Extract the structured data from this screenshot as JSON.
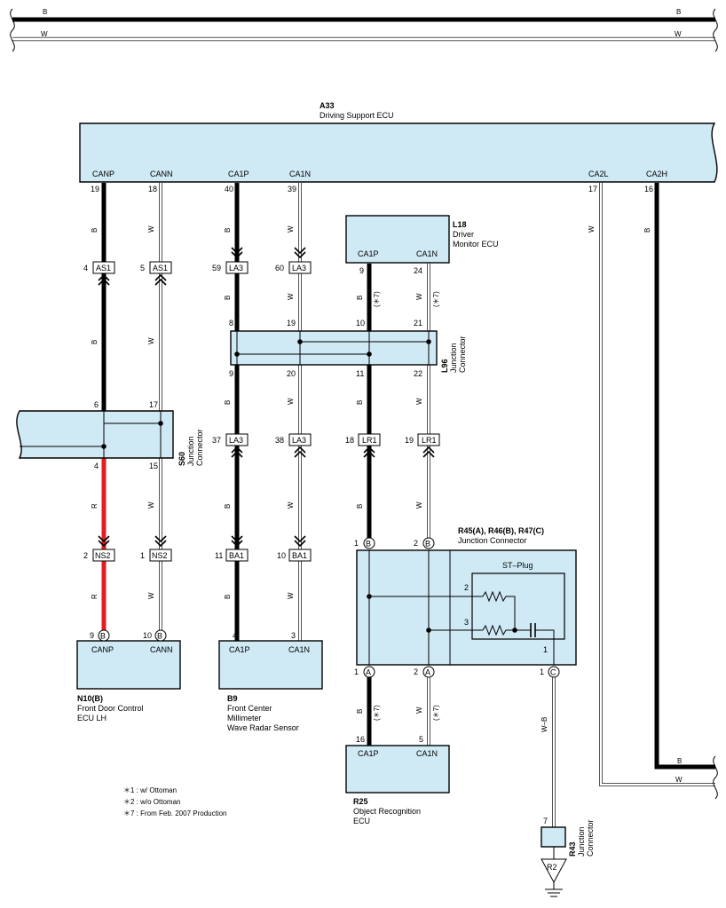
{
  "colors": {
    "component_fill": "#cfe9f5",
    "wire_black": "#000000",
    "wire_red": "#e02020",
    "wire_white_outline": "#555555"
  },
  "top_bus": {
    "left_b": "B",
    "right_b": "B",
    "left_w": "W",
    "right_w": "W"
  },
  "a33": {
    "id": "A33",
    "name": "Driving Support ECU",
    "terms": [
      "CANP",
      "CANN",
      "CA1P",
      "CA1N",
      "CA2L",
      "CA2H"
    ],
    "pins": [
      "19",
      "18",
      "40",
      "39",
      "17",
      "16"
    ]
  },
  "l18": {
    "id": "L18",
    "name1": "Driver",
    "name2": "Monitor ECU",
    "terms": [
      "CA1P",
      "CA1N"
    ],
    "pins": [
      "9",
      "24"
    ]
  },
  "l96": {
    "id": "L96",
    "name1": "Junction",
    "name2": "Connector",
    "pins_top": [
      "8",
      "19",
      "10",
      "21"
    ],
    "pins_bot": [
      "9",
      "20",
      "11",
      "22"
    ]
  },
  "s60": {
    "id": "S60",
    "name1": "Junction",
    "name2": "Connector",
    "pins_top": [
      "6",
      "17"
    ],
    "pins_bot": [
      "4",
      "15"
    ]
  },
  "r45": {
    "title": "R45(A), R46(B), R47(C)",
    "name": "Junction Connector",
    "stplug": "ST–Plug",
    "pins_top": [
      "1",
      "2"
    ],
    "pins_bot": [
      "1",
      "2",
      "1"
    ],
    "internal_pins": [
      "2",
      "3",
      "1"
    ],
    "letters": [
      "B",
      "B",
      "A",
      "A",
      "C"
    ]
  },
  "r25": {
    "id": "R25",
    "name1": "Object Recognition",
    "name2": "ECU",
    "terms": [
      "CA1P",
      "CA1N"
    ],
    "pins": [
      "16",
      "5"
    ]
  },
  "n10": {
    "id": "N10(B)",
    "name1": "Front Door Control",
    "name2": "ECU LH",
    "terms": [
      "CANP",
      "CANN"
    ],
    "pins": [
      "9",
      "10"
    ],
    "letters": [
      "B",
      "B"
    ]
  },
  "b9": {
    "id": "B9",
    "name1": "Front Center",
    "name2": "Millimeter",
    "name3": "Wave Radar Sensor",
    "terms": [
      "CA1P",
      "CA1N"
    ],
    "pins": [
      "4",
      "3"
    ]
  },
  "r43": {
    "id": "R43",
    "name1": "Junction",
    "name2": "Connector",
    "pin": "7",
    "ground": "R2"
  },
  "inline_connectors": [
    {
      "pin": "4",
      "code": "AS1"
    },
    {
      "pin": "5",
      "code": "AS1"
    },
    {
      "pin": "59",
      "code": "LA3"
    },
    {
      "pin": "60",
      "code": "LA3"
    },
    {
      "pin": "37",
      "code": "LA3"
    },
    {
      "pin": "38",
      "code": "LA3"
    },
    {
      "pin": "18",
      "code": "LR1"
    },
    {
      "pin": "19",
      "code": "LR1"
    },
    {
      "pin": "2",
      "code": "NS2"
    },
    {
      "pin": "1",
      "code": "NS2"
    },
    {
      "pin": "11",
      "code": "BA1"
    },
    {
      "pin": "10",
      "code": "BA1"
    }
  ],
  "wire_colors": {
    "canp1": "B",
    "cann1": "W",
    "ca1p1": "B",
    "ca1n1": "W",
    "canp2": "B",
    "cann2": "W",
    "ca1p2": "B",
    "ca1n2": "W",
    "l18p": "B",
    "l18n": "W",
    "star7a": "(＊7)",
    "star7b": "(＊7)",
    "canp3": "R",
    "cann3": "W",
    "ca1p3": "B",
    "ca1n3": "W",
    "lr1p": "B",
    "lr1n": "W",
    "canp4": "R",
    "cann4": "W",
    "ba1p": "B",
    "ba1n": "W",
    "r25p": "B",
    "r25n": "W",
    "star7c": "(＊7)",
    "star7d": "(＊7)",
    "wb": "W–B",
    "ca2l": "W",
    "ca2h": "B",
    "bot_b": "B",
    "bot_w": "W"
  },
  "notes": [
    "＊1 : w/ Ottoman",
    "＊2 : w/o Ottoman",
    "＊7 : From Feb. 2007 Production"
  ]
}
